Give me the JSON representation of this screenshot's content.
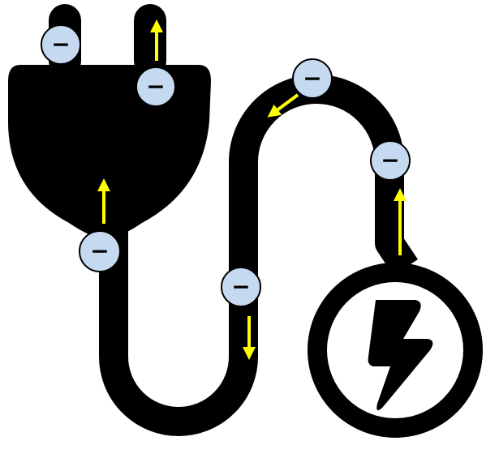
{
  "diagram": {
    "subject": "plug-cable-power-source",
    "colors": {
      "background": "#ffffff",
      "body": "#000000",
      "arrow": "#ffff00",
      "electron_fill": "#c5d9f1",
      "electron_stroke": "#000000",
      "bolt": "#000000"
    },
    "electron_symbol": "−",
    "electrons": [
      {
        "id": "prong-left"
      },
      {
        "id": "prong-right"
      },
      {
        "id": "plug-bottom"
      },
      {
        "id": "cable-top"
      },
      {
        "id": "cable-right-riser"
      },
      {
        "id": "cable-middle"
      }
    ],
    "arrows": [
      {
        "id": "prong-right",
        "direction": "up"
      },
      {
        "id": "plug-body",
        "direction": "up"
      },
      {
        "id": "cable-top",
        "direction": "down-left"
      },
      {
        "id": "cable-right-riser",
        "direction": "up"
      },
      {
        "id": "cable-middle",
        "direction": "down"
      }
    ],
    "source_icon": "lightning-bolt-icon"
  }
}
